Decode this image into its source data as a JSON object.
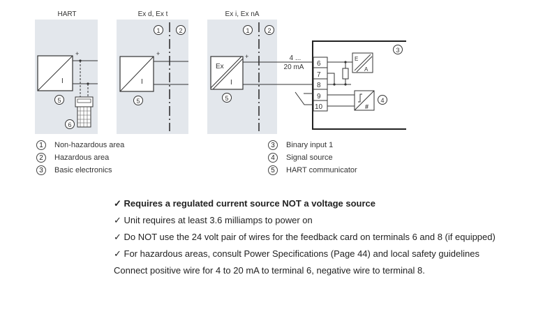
{
  "diagram": {
    "panels": [
      {
        "title": "HART"
      },
      {
        "title": "Ex d, Ex t"
      },
      {
        "title": "Ex i, Ex nA"
      }
    ],
    "current_label_top": "4 ...",
    "current_label_bottom": "20 mA",
    "box_label_i": "I",
    "box_label_ex": "Ex",
    "converter_e": "E",
    "converter_a": "A",
    "signal_hash": "#",
    "plus": "+",
    "terminals": [
      "6",
      "7",
      "8",
      "9",
      "10"
    ],
    "callouts": {
      "c1": "1",
      "c2": "2",
      "c3": "3",
      "c4": "4",
      "c5": "5",
      "c6": "6"
    }
  },
  "legend_left": [
    {
      "num": "1",
      "label": "Non-hazardous area"
    },
    {
      "num": "2",
      "label": "Hazardous area"
    },
    {
      "num": "3",
      "label": "Basic electronics"
    }
  ],
  "legend_right": [
    {
      "num": "3",
      "label": "Binary input 1"
    },
    {
      "num": "4",
      "label": "Signal source"
    },
    {
      "num": "5",
      "label": "HART communicator"
    }
  ],
  "notes": [
    {
      "text": "✓ Requires a regulated current source NOT a voltage source",
      "bold": true
    },
    {
      "text": "✓ Unit requires at least 3.6 milliamps to power on",
      "bold": false
    },
    {
      "text": "✓ Do NOT use the 24 volt pair of wires for the feedback card on terminals 6 and 8 (if equipped)",
      "bold": false
    },
    {
      "text": "✓ For hazardous areas, consult Power Specifications (Page 44) and local safety guidelines",
      "bold": false
    },
    {
      "text": "Connect positive wire for 4 to 20 mA to terminal 6, negative wire to terminal 8.",
      "bold": false
    }
  ]
}
